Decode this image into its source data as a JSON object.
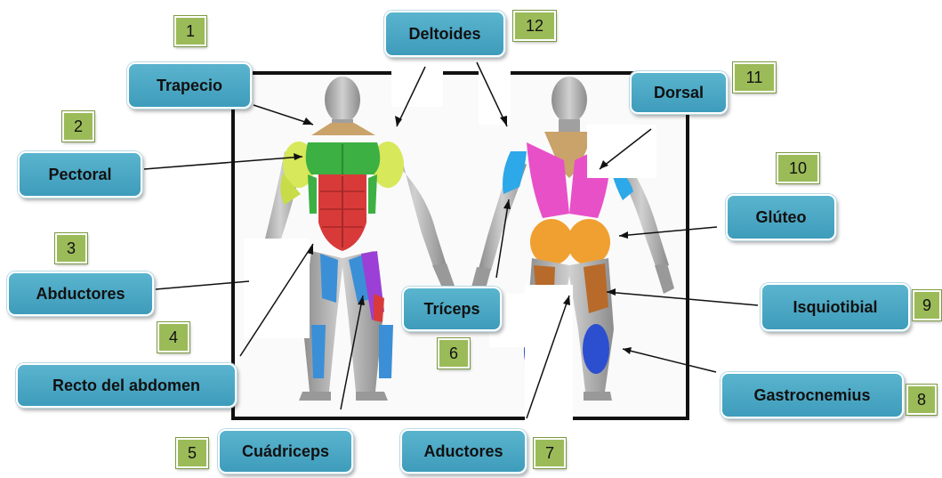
{
  "muscles": [
    {
      "id": 1,
      "label": "Trapecio",
      "number": "1"
    },
    {
      "id": 2,
      "label": "Pectoral",
      "number": "2"
    },
    {
      "id": 3,
      "label": "Abductores",
      "number": "3"
    },
    {
      "id": 4,
      "label": "Recto del abdomen",
      "number": "4"
    },
    {
      "id": 5,
      "label": "Cuádriceps",
      "number": "5"
    },
    {
      "id": 6,
      "label": "Tríceps",
      "number": "6"
    },
    {
      "id": 7,
      "label": "Aductores",
      "number": "7"
    },
    {
      "id": 8,
      "label": "Gastrocnemius",
      "number": "8"
    },
    {
      "id": 9,
      "label": "Isquiotibial",
      "number": "9"
    },
    {
      "id": 10,
      "label": "Glúteo",
      "number": "10"
    },
    {
      "id": 11,
      "label": "Dorsal",
      "number": "11"
    },
    {
      "id": 12,
      "label": "Deltoides",
      "number": "12"
    }
  ],
  "colors": {
    "label_fill": "#4aa8c6",
    "number_fill": "#9bbb59",
    "trapezius": "#c9a36a",
    "pectoral": "#3cb043",
    "deltoid": "#d7e85a",
    "abdomen": "#d83a3a",
    "abductor": "#9b3fd6",
    "quadriceps": "#3b8fd6",
    "calf": "#2c4fd0",
    "glute": "#f0a030",
    "dorsal": "#e850c8",
    "triceps": "#2da8e8",
    "hamstring": "#b86a2a",
    "skin_gray": "#a8a8a8"
  }
}
